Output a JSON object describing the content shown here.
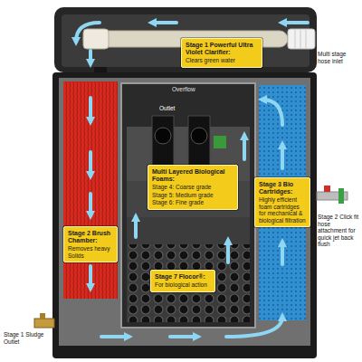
{
  "diagram": {
    "nodes": [
      {
        "text": [
          "Stage 1 Powerful Ultra Violet Clarifier:",
          "Clears green water"
        ]
      },
      {
        "text": [
          "Stage 2 Brush Chamber:",
          "Removes heavy Solids"
        ]
      },
      {
        "text": [
          "Multi Layered Biological Foams:",
          "Stage 4: Coarse grade",
          "Stage 5: Medium grade",
          "Stage 6: Fine grade"
        ]
      },
      {
        "text": [
          "Stage 3 Bio Cartridges:",
          "Highly efficient foam cartridges for mechanical & biological filtration"
        ]
      },
      {
        "text": [
          "Stage 7 Flocor®:",
          "For biological action"
        ]
      }
    ],
    "labels": [
      "Multi stage hose inlet",
      "Overflow",
      "Outlet",
      "Stage 1 Sludge Outlet",
      "Stage 2 Click fit hose attachment for quick jet back flush"
    ]
  }
}
